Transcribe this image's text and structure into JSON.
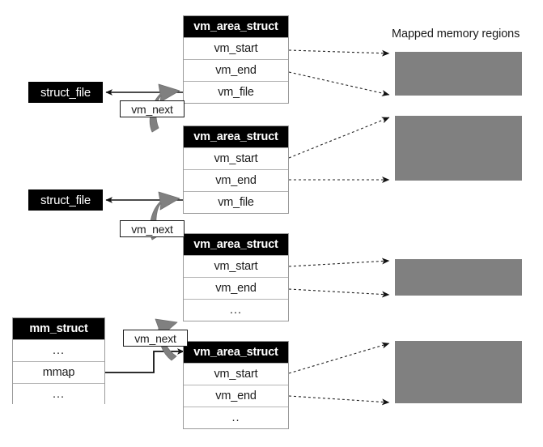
{
  "diagram": {
    "title": "Mapped memory regions",
    "colors": {
      "header_bg": "#000000",
      "header_fg": "#ffffff",
      "memory_region": "#808080",
      "arrow_gray": "#808080",
      "box_border": "#9a9a9a",
      "line": "#1a1a1a"
    },
    "vm_area_structs": [
      {
        "header": "vm_area_struct",
        "rows": [
          "vm_start",
          "vm_end",
          "vm_file"
        ]
      },
      {
        "header": "vm_area_struct",
        "rows": [
          "vm_start",
          "vm_end",
          "vm_file"
        ]
      },
      {
        "header": "vm_area_struct",
        "rows": [
          "vm_start",
          "vm_end",
          "..."
        ]
      },
      {
        "header": "vm_area_struct",
        "rows": [
          "vm_start",
          "vm_end",
          ".."
        ]
      }
    ],
    "struct_files": [
      {
        "label": "struct_file"
      },
      {
        "label": "struct_file"
      }
    ],
    "mm_struct": {
      "header": "mm_struct",
      "rows": [
        "...",
        "mmap",
        "..."
      ]
    },
    "vm_next_labels": [
      {
        "label": "vm_next"
      },
      {
        "label": "vm_next"
      },
      {
        "label": "vm_next"
      }
    ],
    "memory_regions": [
      {
        "name": "memory-region-1"
      },
      {
        "name": "memory-region-2"
      },
      {
        "name": "memory-region-3"
      },
      {
        "name": "memory-region-4"
      }
    ]
  }
}
